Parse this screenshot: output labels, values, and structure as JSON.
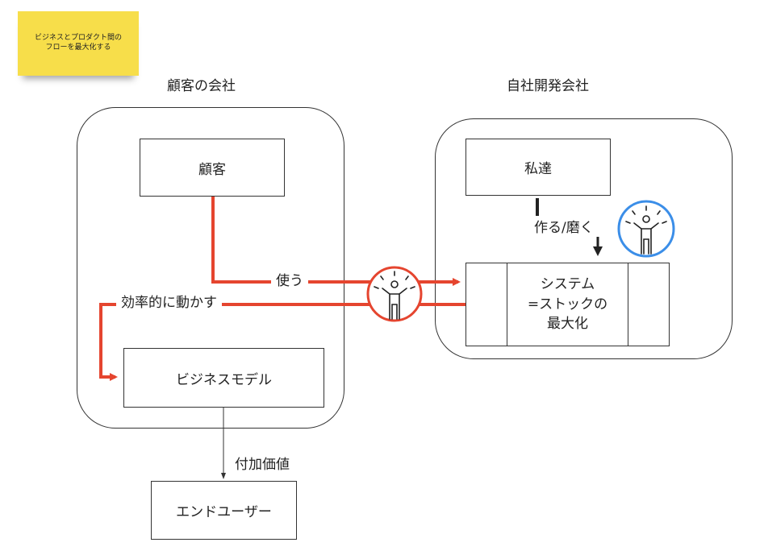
{
  "sticky_note": {
    "line1": "ビジネスとプロダクト間の",
    "line2": "フローを最大化する"
  },
  "groups": {
    "customer_company": "顧客の会社",
    "own_company": "自社開発会社"
  },
  "nodes": {
    "customer": "顧客",
    "business_model": "ビジネスモデル",
    "end_user": "エンドユーザー",
    "us": "私達",
    "system_line1": "システム",
    "system_line2": "=ストックの",
    "system_line3": "最大化"
  },
  "edges": {
    "use": "使う",
    "operate_efficiently": "効率的に動かす",
    "added_value": "付加価値",
    "make_polish": "作る/磨く"
  },
  "colors": {
    "red_flow": "#e5452f",
    "blue_person": "#3b8ee8",
    "sticky": "#f7de4a"
  },
  "icons": {
    "red_person": "person-arms-out-icon",
    "blue_person": "person-arms-out-icon"
  }
}
